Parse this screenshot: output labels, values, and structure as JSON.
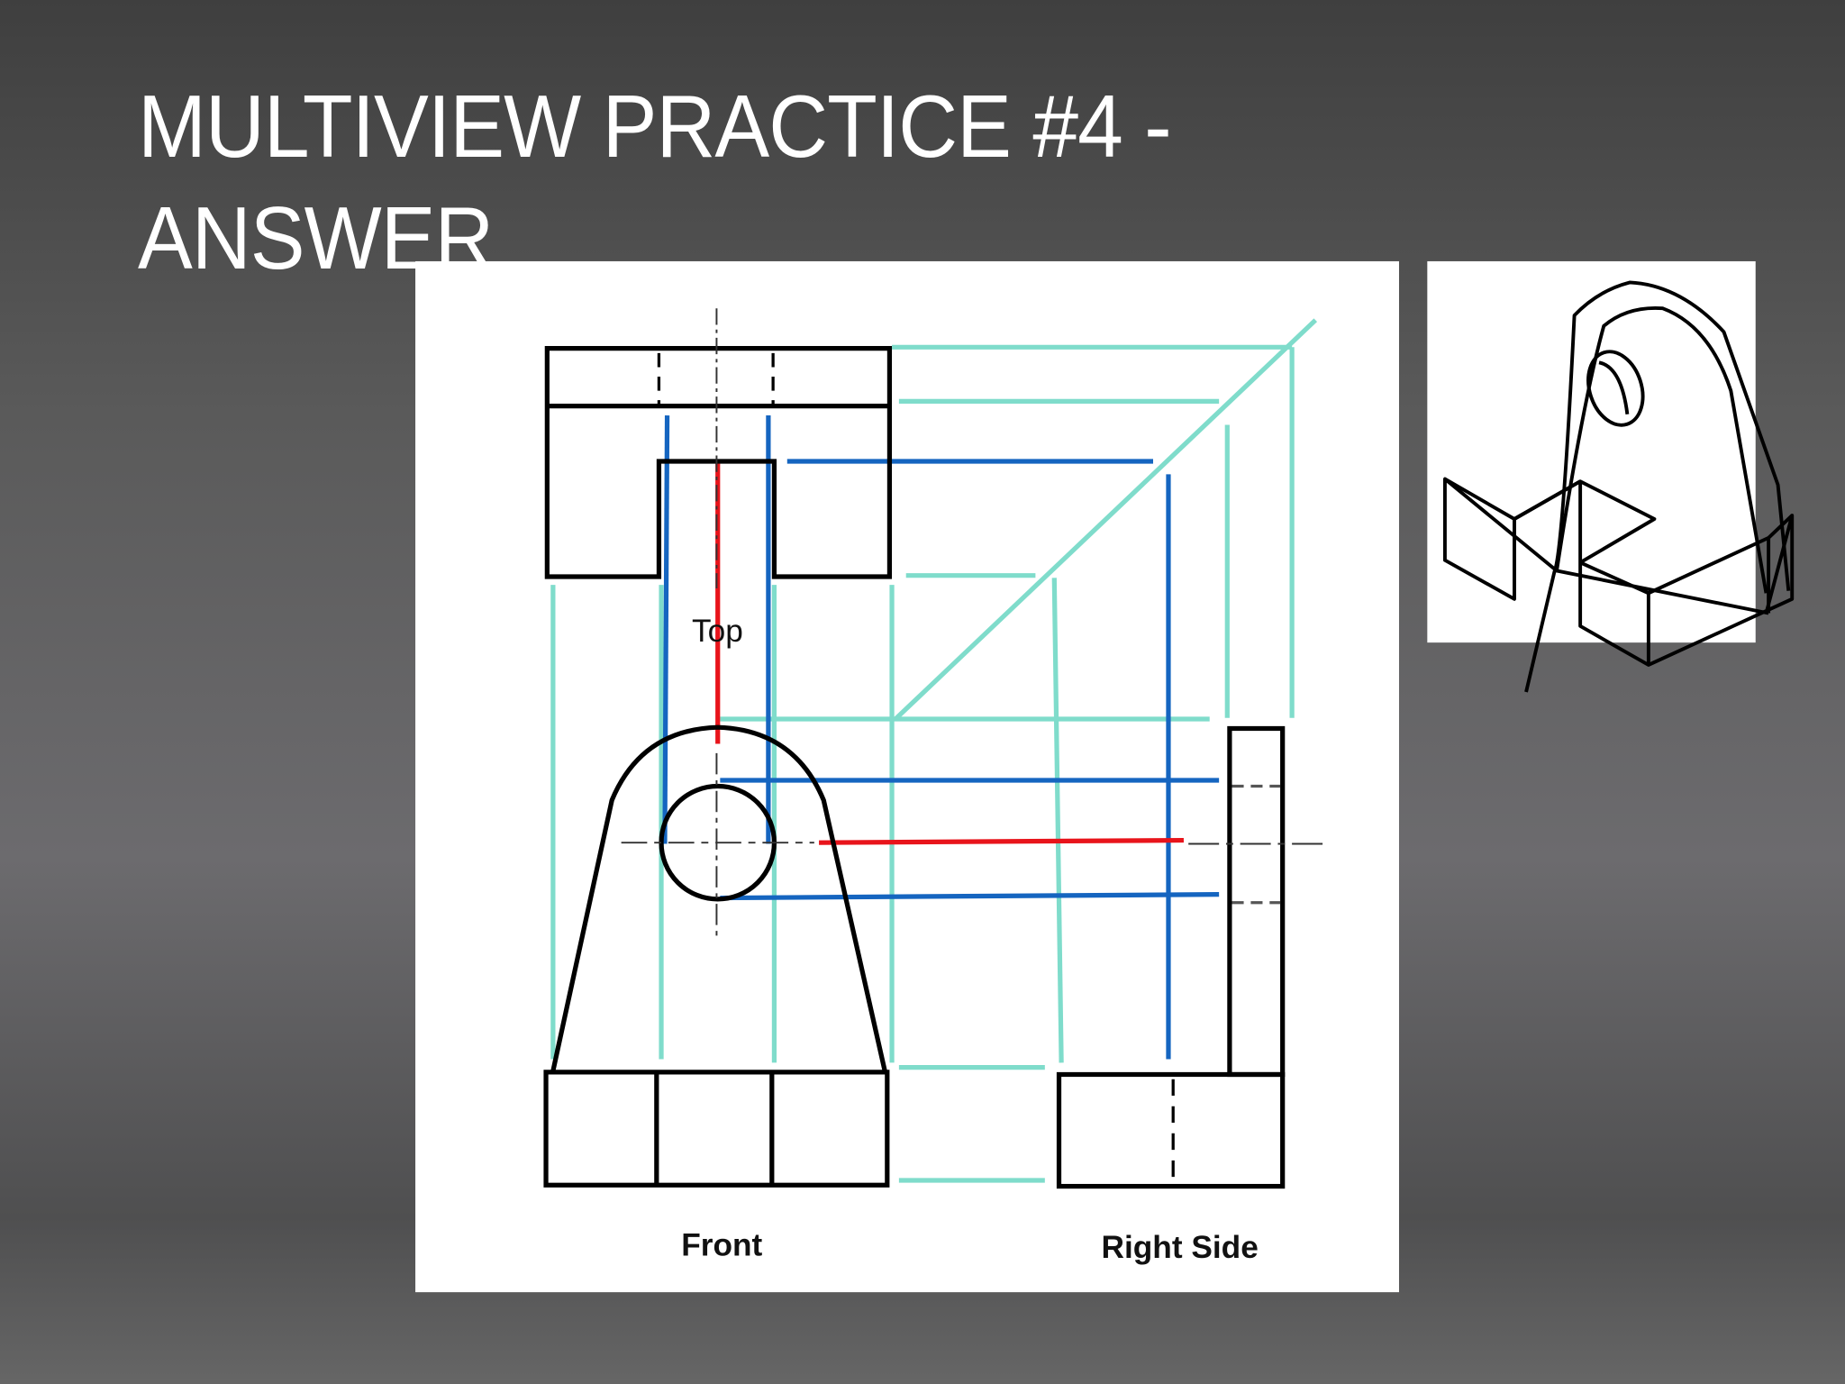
{
  "slide": {
    "title_line1": "MULTIVIEW PRACTICE  #4 -",
    "title_line2": "ANSWER"
  },
  "drawing": {
    "view_labels": {
      "top": "Top",
      "front": "Front",
      "right_side": "Right Side"
    },
    "colors": {
      "background_top": "#3f3f3f",
      "background_bottom": "#666666",
      "object_lines": "#000000",
      "projection_lines_teal": "#7fdccb",
      "hidden_projection_blue": "#1565c0",
      "center_projection_red": "#e8141b",
      "paper": "#ffffff"
    },
    "elements": [
      "top-view",
      "front-view",
      "right-side-view",
      "miter-line-45-degree",
      "teal-projection-lines",
      "blue-hole-projection-lines",
      "red-centerline-projection"
    ]
  },
  "isometric_reference": {
    "description": "Isometric pictorial of L-bracket with rounded lug, through hole and notched base"
  }
}
